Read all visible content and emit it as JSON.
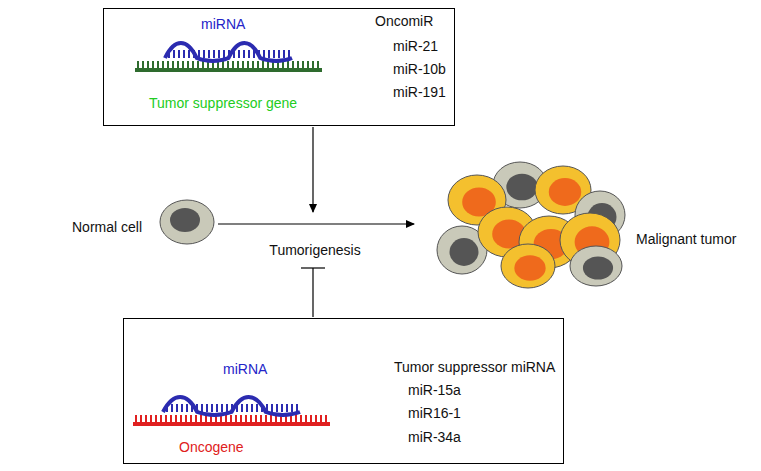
{
  "diagram": {
    "nodes": [
      {
        "text": [
          "miRNA",
          "Tumor suppressor gene",
          "OncomiR",
          "miR-21",
          "miR-10b",
          "miR-191"
        ]
      },
      {
        "text": [
          "miRNA",
          "Oncogene",
          "Tumor suppressor miRNA",
          "miR-15a",
          "miR16-1",
          "miR-34a"
        ]
      }
    ],
    "edges": [],
    "labels": [
      "Normal cell",
      "Tumorigenesis",
      "Malignant tumor"
    ]
  }
}
